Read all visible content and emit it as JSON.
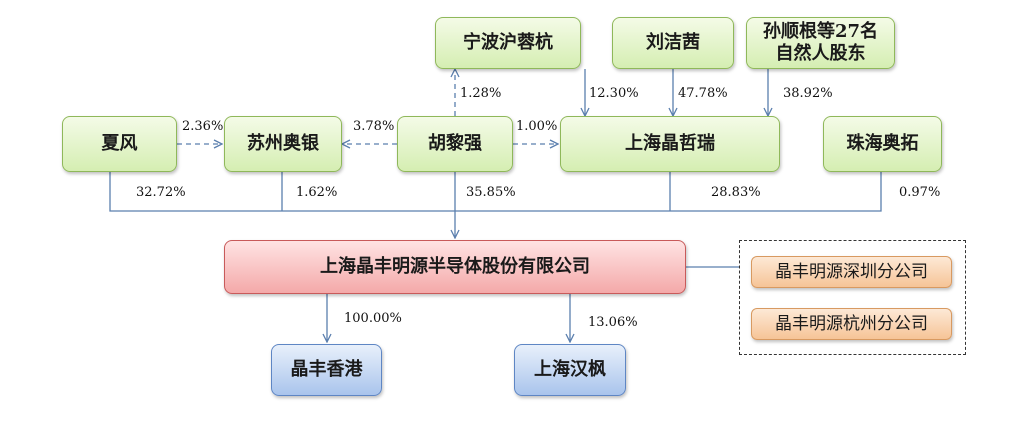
{
  "nodes": {
    "ningbo": "宁波沪蓉杭",
    "liu": "刘洁茜",
    "sun_line1": "孙顺根等27名",
    "sun_line2": "自然人股东",
    "xiafeng": "夏风",
    "suzhou": "苏州奥银",
    "hu": "胡黎强",
    "jingzherui": "上海晶哲瑞",
    "zhuhai": "珠海奥拓",
    "company": "上海晶丰明源半导体股份有限公司",
    "shenzhen_branch": "晶丰明源深圳分公司",
    "hangzhou_branch": "晶丰明源杭州分公司",
    "hk": "晶丰香港",
    "hanfeng": "上海汉枫"
  },
  "percentages": {
    "xia_suzhou": "2.36%",
    "hu_suzhou": "3.78%",
    "hu_ningbo": "1.28%",
    "hu_jingzherui": "1.00%",
    "ningbo_jingzherui": "12.30%",
    "liu_jingzherui": "47.78%",
    "sun_jingzherui": "38.92%",
    "xia_company": "32.72%",
    "suzhou_company": "1.62%",
    "hu_company": "35.85%",
    "jingzherui_company": "28.83%",
    "zhuhai_company": "0.97%",
    "company_hk": "100.00%",
    "company_hanfeng": "13.06%"
  }
}
